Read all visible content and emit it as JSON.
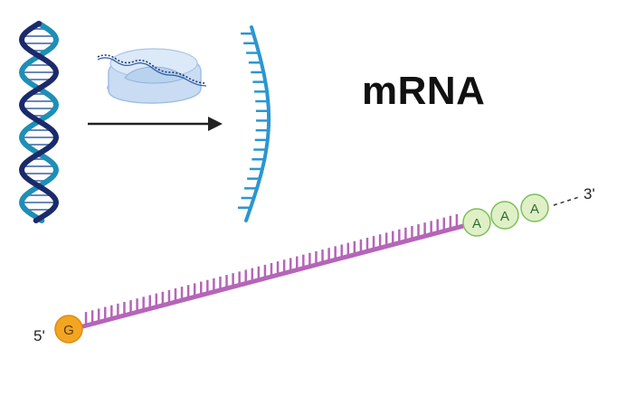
{
  "title": "mRNA",
  "five_prime_label": "5'",
  "three_prime_label": "3'",
  "cap_nucleotide": "G",
  "poly_a_tail": [
    "A",
    "A",
    "A"
  ],
  "colors": {
    "dna_backbone_dark": "#1b2a6b",
    "dna_backbone_teal": "#1e8fb5",
    "ribosome": "#c9dcf3",
    "mrna_single_strand": "#2b96d1",
    "arrow": "#222222",
    "mrna_strand": "#b565b8",
    "cap": "#f2a521",
    "poly_a": "#dff0c6",
    "poly_a_border": "#7dbf5a"
  },
  "icons": [
    "dna-double-helix-icon",
    "ribosome-icon",
    "transcription-arrow-icon",
    "single-strand-rna-icon"
  ]
}
